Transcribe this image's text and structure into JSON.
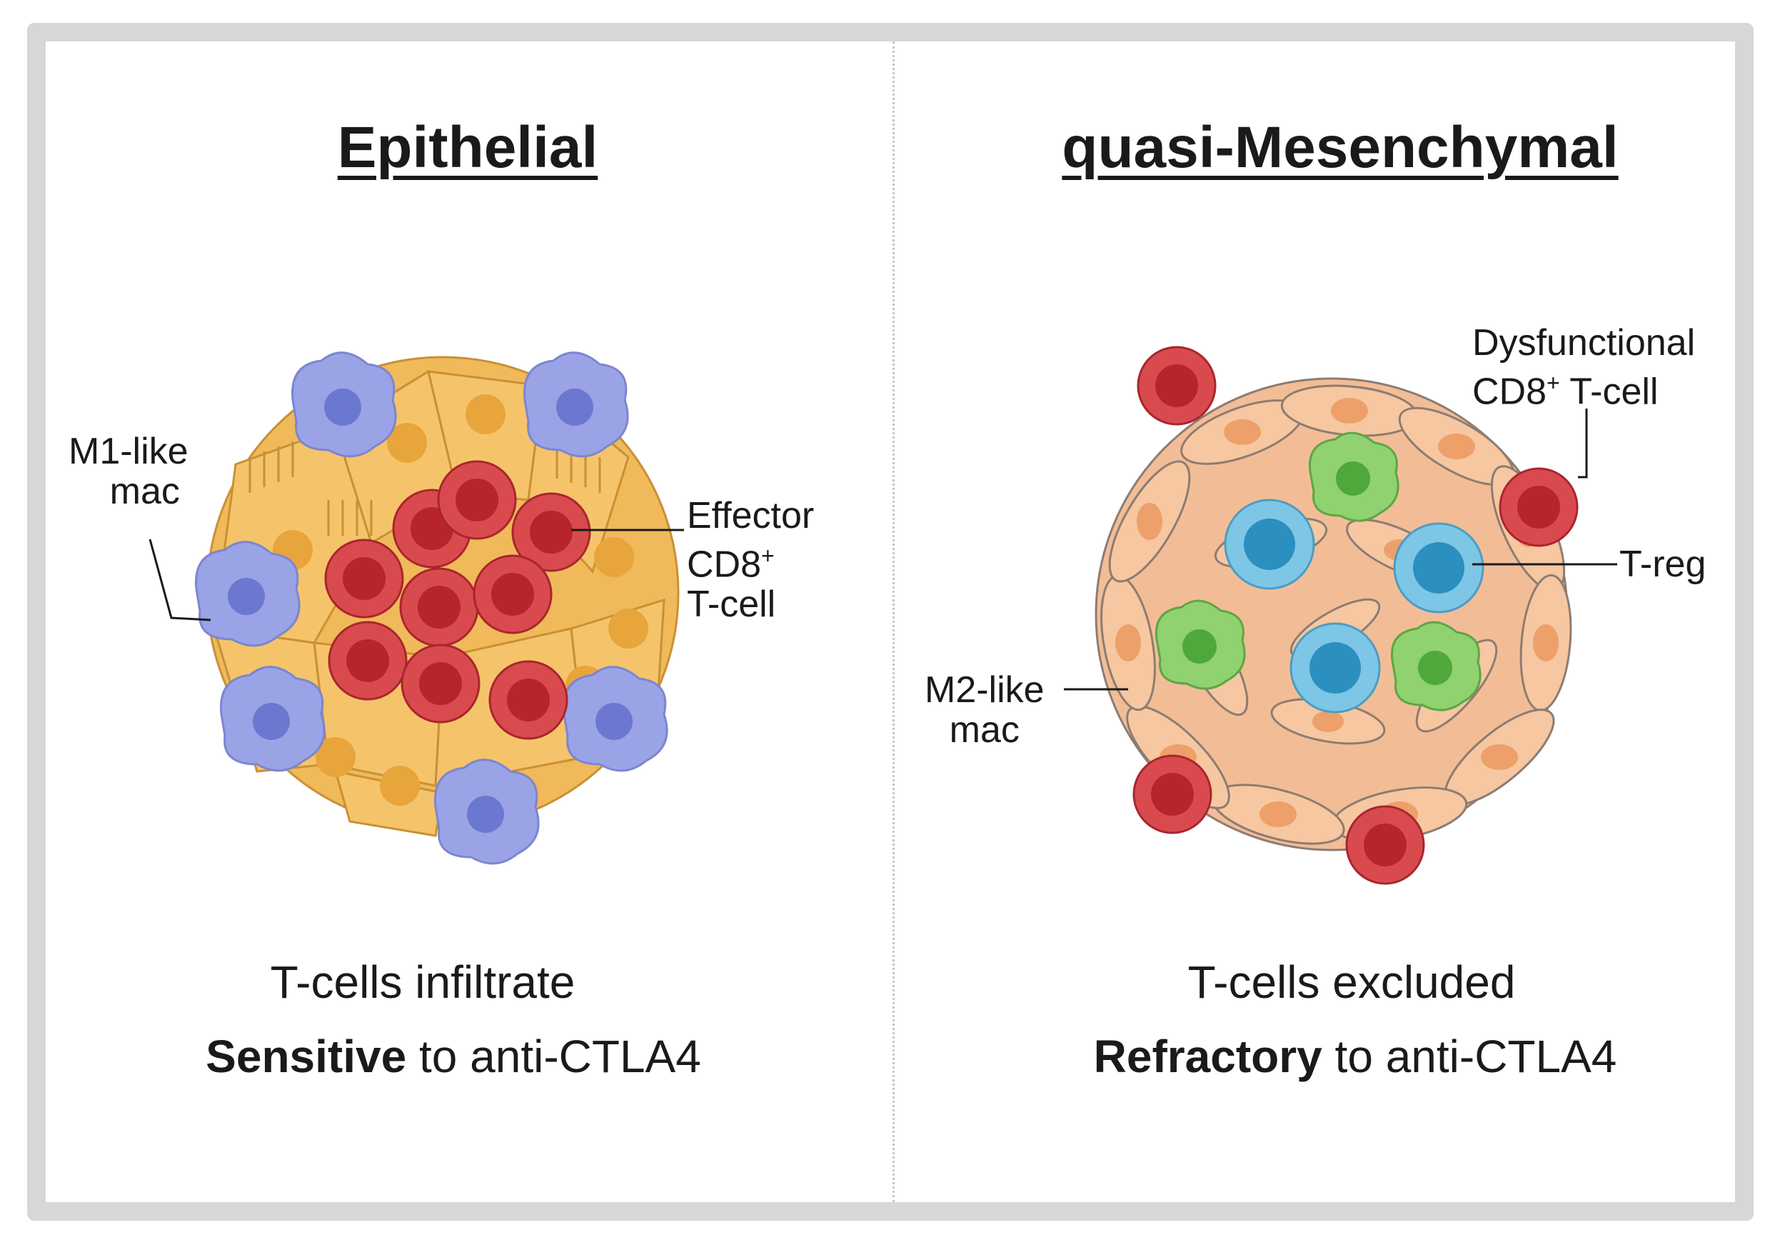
{
  "left_panel": {
    "title": "Epithelial",
    "label_m1": [
      "M1-like",
      "mac"
    ],
    "label_effector": [
      "Effector",
      "CD8",
      "+",
      "T-cell"
    ],
    "caption_line1": "T-cells infiltrate",
    "caption_line2_bold": "Sensitive",
    "caption_line2_rest": " to anti-CTLA4"
  },
  "right_panel": {
    "title": "quasi-Mesenchymal",
    "label_dysfunctional": [
      "Dysfunctional",
      "CD8",
      "+",
      " T-cell"
    ],
    "label_treg": "T-reg",
    "label_m2": [
      "M2-like",
      "mac"
    ],
    "caption_line1": "T-cells excluded",
    "caption_line2_bold": "Refractory",
    "caption_line2_rest": " to anti-CTLA4"
  },
  "colors": {
    "epithelial_cell": "#f5c46a",
    "epithelial_nucleus": "#e8a53c",
    "t_cell_outer": "#d94a4f",
    "t_cell_inner": "#b8242b",
    "m1_mac": "#9aa3e6",
    "m1_nucleus": "#6c78cf",
    "fibroblast": "#f6c7a0",
    "fibroblast_nucleus": "#eda06a",
    "treg_outer": "#7ec6e6",
    "treg_inner": "#2b8fbf",
    "m2_mac": "#8fd26f",
    "m2_nucleus": "#4fa83a"
  }
}
